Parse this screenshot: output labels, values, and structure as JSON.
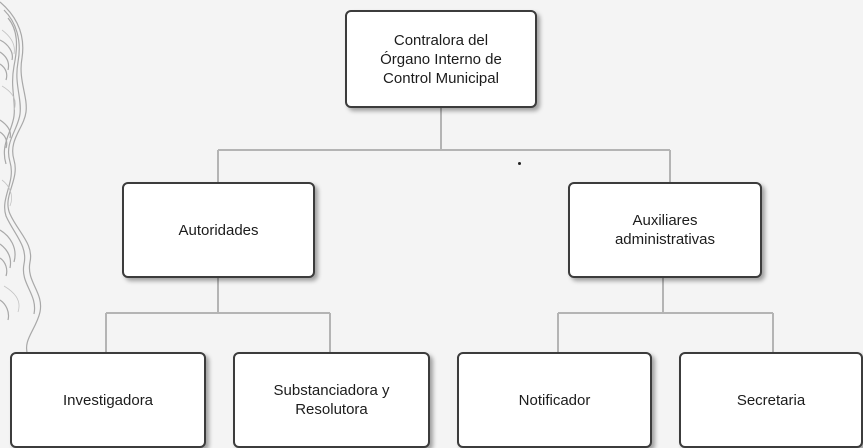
{
  "diagram": {
    "root": {
      "label": "Contralora del\nÓrgano Interno de\nControl Municipal"
    },
    "branches": [
      {
        "label": "Autoridades",
        "children": [
          {
            "label": "Investigadora"
          },
          {
            "label": "Substanciadora y\nResolutora"
          }
        ]
      },
      {
        "label": "Auxiliares\nadministrativas",
        "children": [
          {
            "label": "Notificador"
          },
          {
            "label": "Secretaria"
          }
        ]
      }
    ],
    "colors": {
      "background": "#f4f4f4",
      "box_fill": "#ffffff",
      "box_border": "#3c3c3c",
      "connector": "#b4b4b4",
      "decoration": "#9a9a9a"
    }
  }
}
